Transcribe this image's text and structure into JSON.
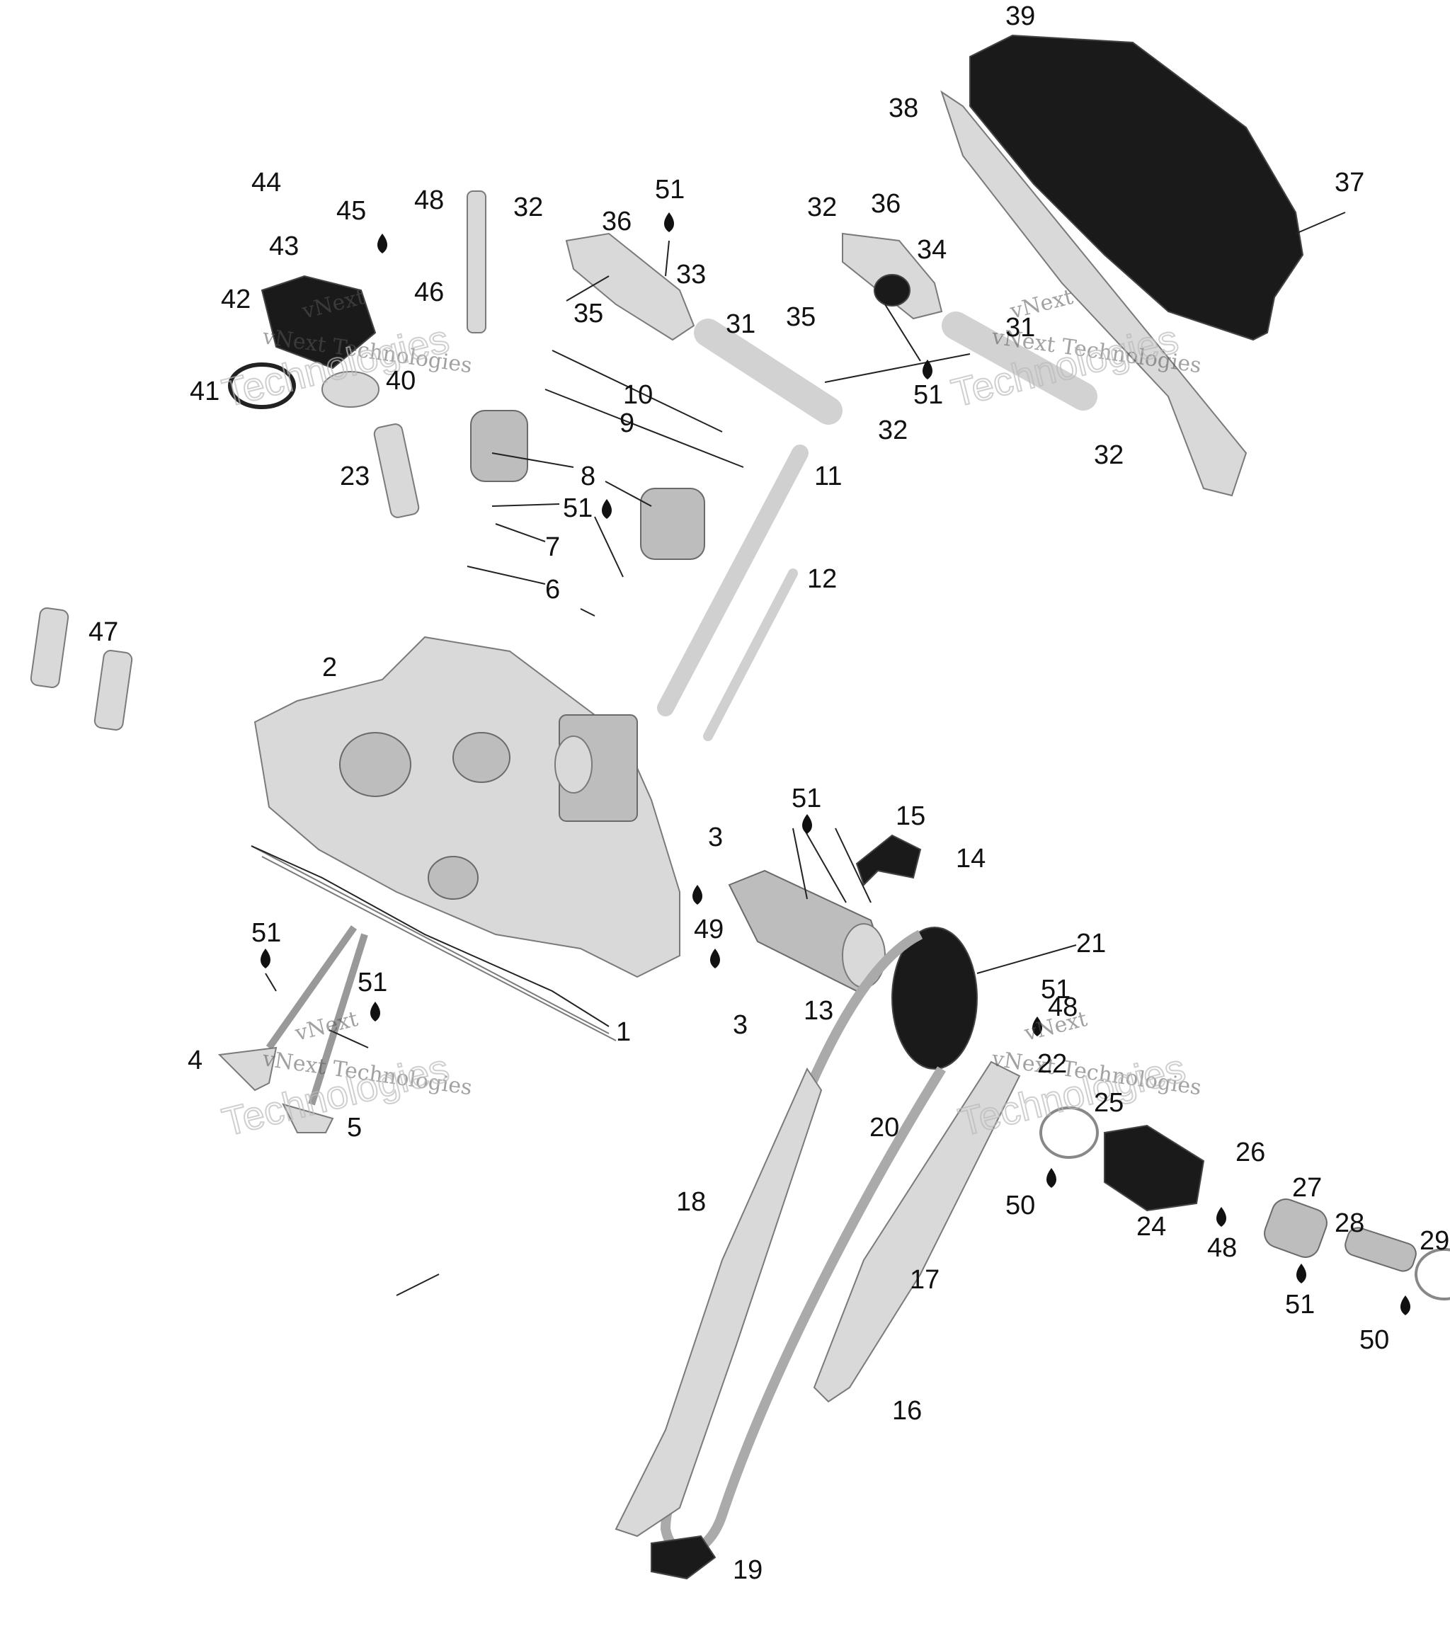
{
  "labels": [
    "1",
    "2",
    "3",
    "3",
    "4",
    "5",
    "6",
    "7",
    "8",
    "9",
    "10",
    "11",
    "12",
    "13",
    "14",
    "15",
    "16",
    "17",
    "18",
    "19",
    "20",
    "21",
    "22",
    "23",
    "24",
    "25",
    "26",
    "27",
    "28",
    "29",
    "31",
    "31",
    "32",
    "32",
    "32",
    "32",
    "33",
    "34",
    "35",
    "35",
    "36",
    "36",
    "37",
    "38",
    "39",
    "40",
    "41",
    "42",
    "43",
    "44",
    "45",
    "46",
    "47",
    "48",
    "48",
    "48",
    "49",
    "50",
    "50",
    "51",
    "51",
    "51",
    "51",
    "51",
    "51",
    "51",
    "51"
  ],
  "watermark": {
    "brand": "vNext",
    "line": "vNext Technologies",
    "big": "Technologies"
  }
}
